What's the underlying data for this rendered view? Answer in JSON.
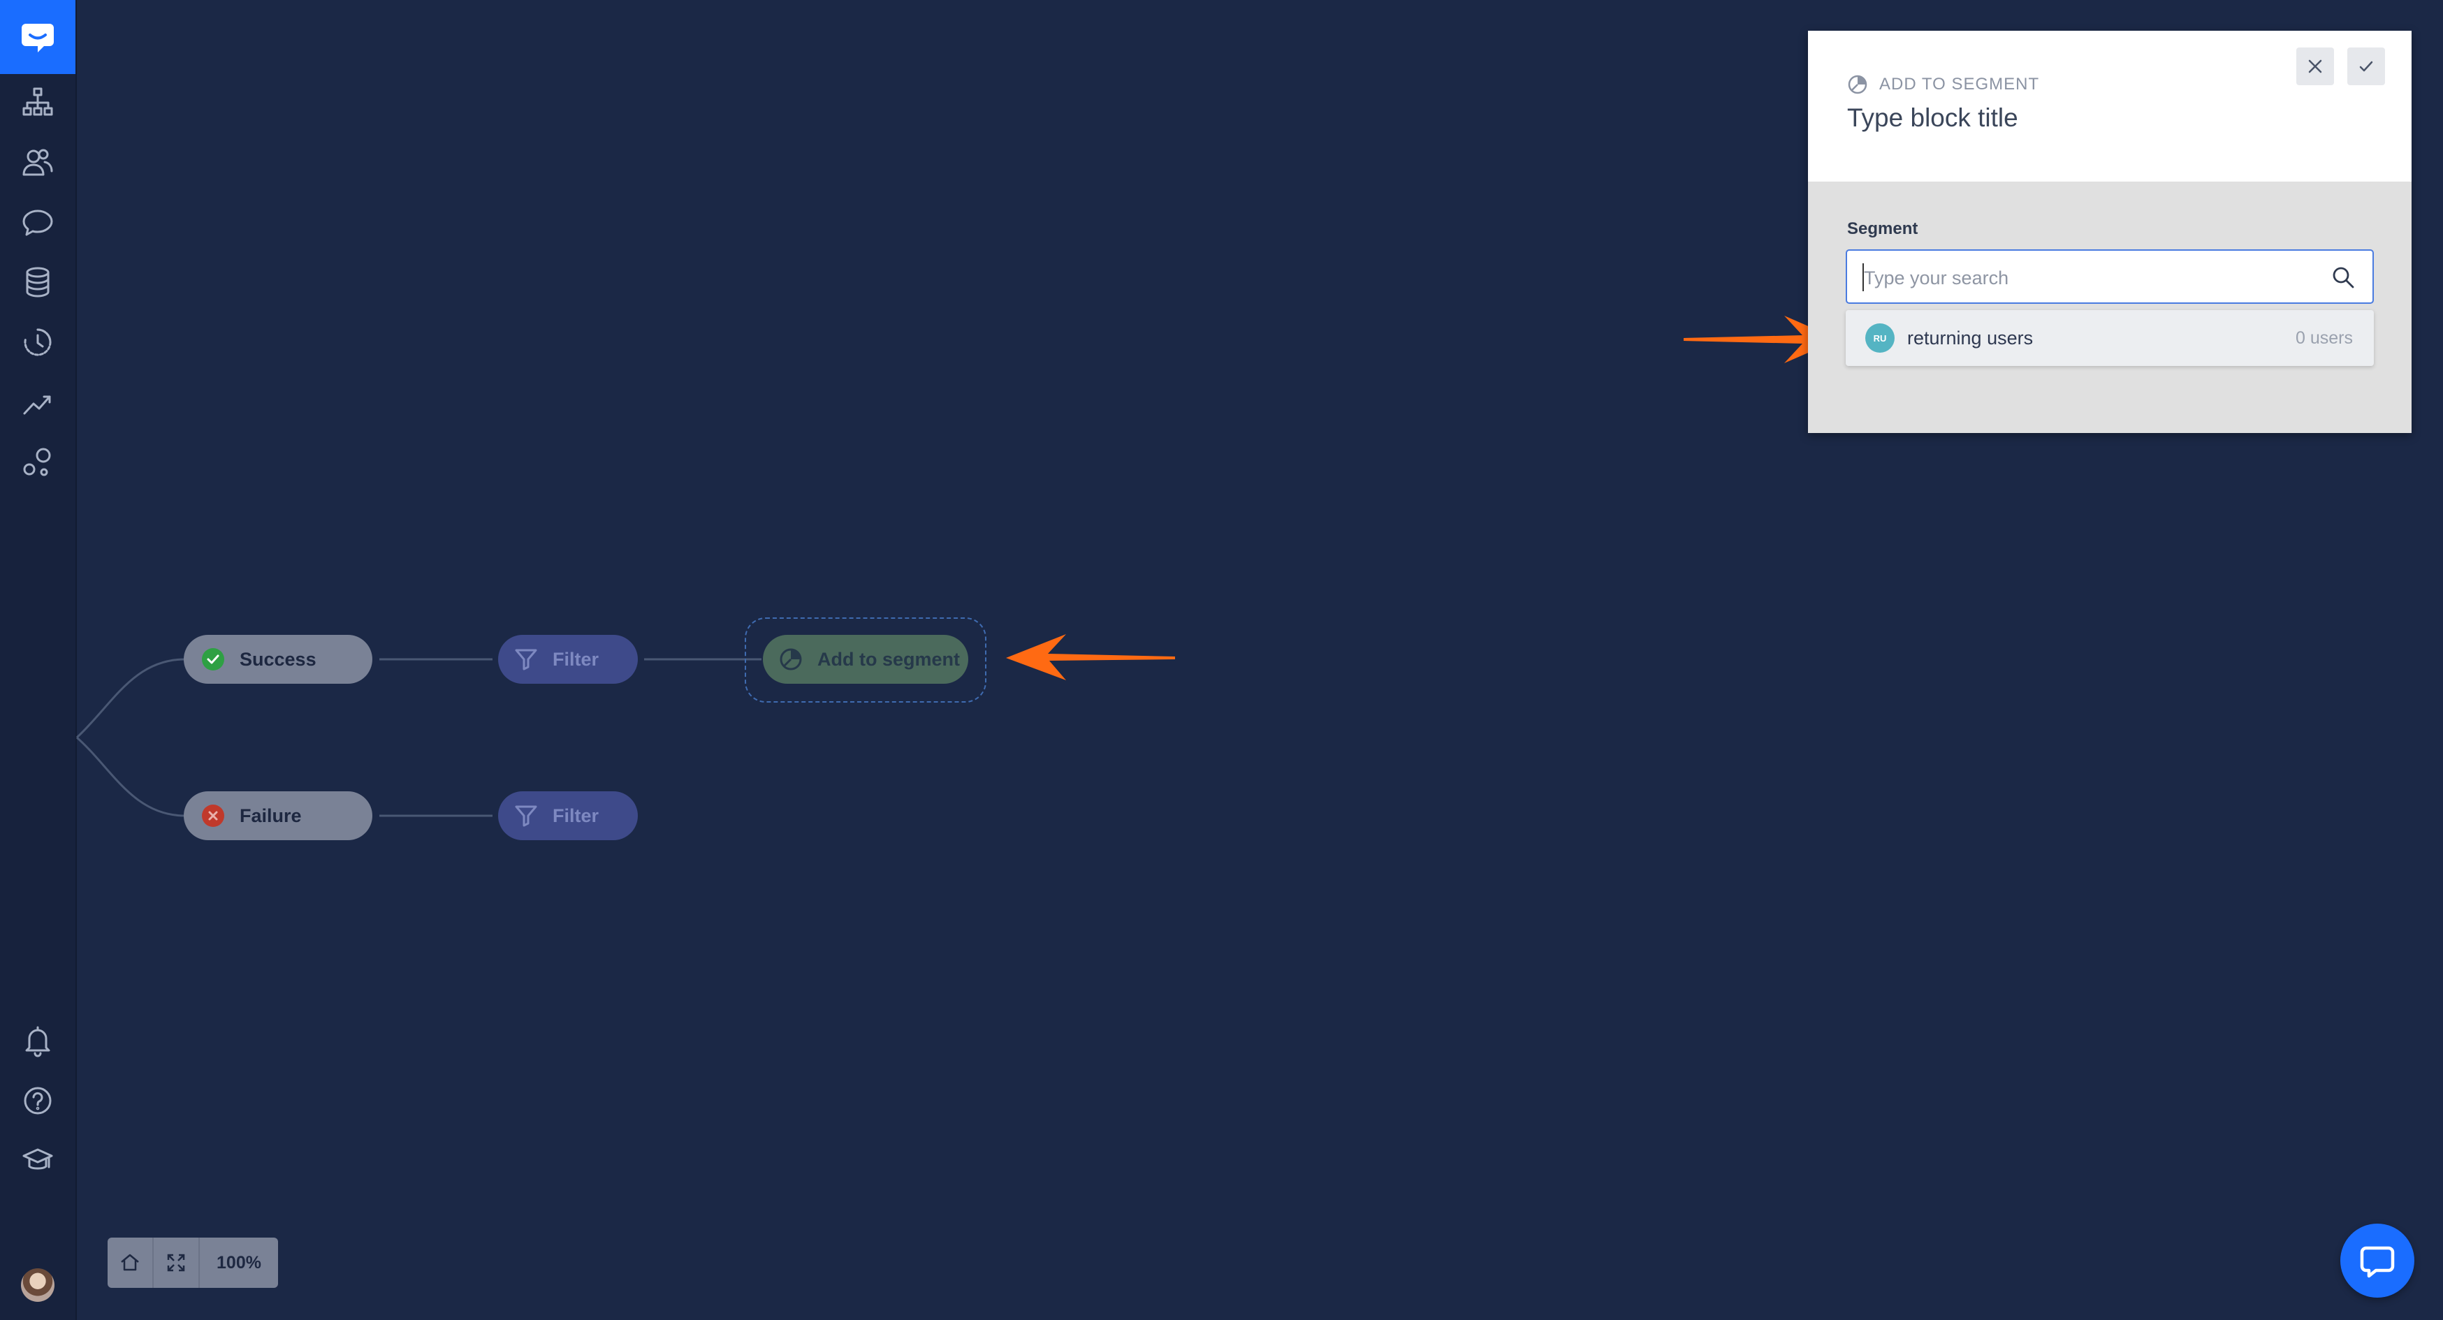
{
  "sidebar": {
    "items": [
      {
        "icon": "sitemap-icon"
      },
      {
        "icon": "users-icon"
      },
      {
        "icon": "chat-bubble-icon"
      },
      {
        "icon": "database-icon"
      },
      {
        "icon": "clock-history-icon"
      },
      {
        "icon": "trend-chart-icon"
      },
      {
        "icon": "bubbles-icon"
      }
    ],
    "bottom_items": [
      {
        "icon": "bell-icon"
      },
      {
        "icon": "help-icon"
      },
      {
        "icon": "academy-cap-icon"
      }
    ]
  },
  "flow": {
    "success_label": "Success",
    "failure_label": "Failure",
    "filter_label_1": "Filter",
    "filter_label_2": "Filter",
    "segment_label": "Add to segment"
  },
  "zoom": {
    "value": "100%"
  },
  "panel": {
    "type_label": "ADD TO SEGMENT",
    "title": "Type block title",
    "field_label": "Segment",
    "search_placeholder": "Type your search",
    "option": {
      "initials": "RU",
      "name": "returning users",
      "count": "0 users"
    }
  },
  "colors": {
    "accent": "#1a6dff",
    "canvas": "#1b2846",
    "annotation_arrow": "#ff6a13",
    "success": "#2ea043",
    "failure": "#c0392b"
  }
}
